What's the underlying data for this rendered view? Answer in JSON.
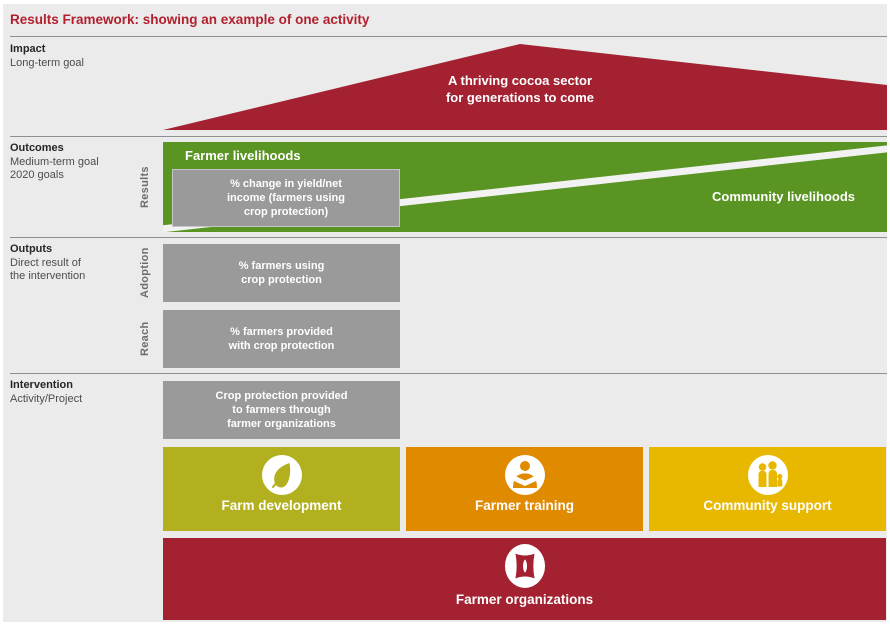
{
  "title": "Results Framework: showing an example of one activity",
  "palette": {
    "background": "#ebebeb",
    "dark_red": "#a32130",
    "title_red": "#b2202e",
    "green": "#5a9423",
    "olive": "#b2b01f",
    "orange": "#e08a00",
    "yellow": "#e8b800",
    "indicator_gray": "#9a9a9a"
  },
  "sections": {
    "impact": {
      "label": "Impact",
      "sublines": [
        "Long-term goal"
      ]
    },
    "outcomes": {
      "label": "Outcomes",
      "sublines": [
        "Medium-term goal",
        "2020 goals"
      ]
    },
    "outputs": {
      "label": "Outputs",
      "sublines": [
        "Direct result of",
        "the intervention"
      ]
    },
    "intervention": {
      "label": "Intervention",
      "sublines": [
        "Activity/Project"
      ]
    }
  },
  "impact": {
    "goal_lines": [
      "A thriving cocoa sector",
      "for generations to come"
    ]
  },
  "outcomes": {
    "axis_label": "Results",
    "left_area_label": "Farmer livelihoods",
    "right_area_label": "Community livelihoods",
    "indicator_lines": [
      "% change in yield/net",
      "income (farmers using",
      "crop protection)"
    ]
  },
  "outputs": {
    "adoption": {
      "axis_label": "Adoption",
      "indicator_lines": [
        "% farmers using",
        "crop protection"
      ]
    },
    "reach": {
      "axis_label": "Reach",
      "indicator_lines": [
        "% farmers provided",
        "with crop protection"
      ]
    }
  },
  "intervention": {
    "indicator_lines": [
      "Crop protection provided",
      "to farmers through",
      "farmer organizations"
    ],
    "activities": [
      {
        "label": "Farm development",
        "icon": "leaf-icon",
        "color": "#b2b01f"
      },
      {
        "label": "Farmer training",
        "icon": "farmer-reading-icon",
        "color": "#e08a00"
      },
      {
        "label": "Community support",
        "icon": "family-icon",
        "color": "#e8b800"
      }
    ],
    "foundation": {
      "label": "Farmer organizations",
      "icon": "cocoa-sack-icon",
      "color": "#a32130"
    }
  }
}
